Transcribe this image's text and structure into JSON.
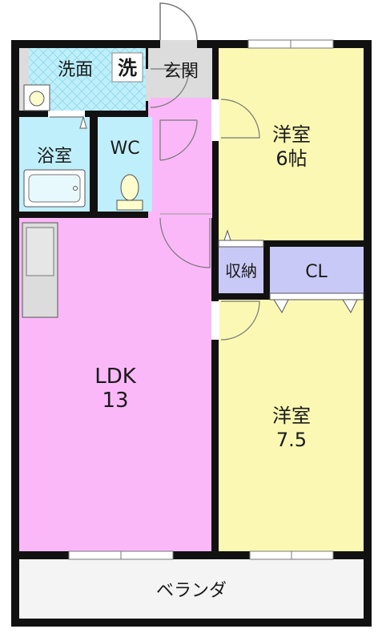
{
  "colors": {
    "ldk": "#fab8f8",
    "western": "#fbf8b4",
    "wet": "#bfeffa",
    "storage": "#c9c9f7",
    "entrance": "#dcdcdc",
    "wall": "#111111",
    "veranda": "#f4f4f4"
  },
  "rooms": {
    "washroom": "洗面",
    "washer": "洗",
    "entrance": "玄関",
    "bath": "浴室",
    "wc": "WC",
    "ldk_name": "LDK",
    "ldk_size": "13",
    "western1_name": "洋室",
    "western1_size": "6帖",
    "storage": "収納",
    "closet": "CL",
    "western2_name": "洋室",
    "western2_size": "7.5",
    "veranda": "ベランダ"
  },
  "icons": {
    "washbasin": "washbasin-icon",
    "bathtub": "bathtub-icon",
    "toilet": "toilet-icon",
    "kitchen": "kitchen-counter-icon"
  }
}
